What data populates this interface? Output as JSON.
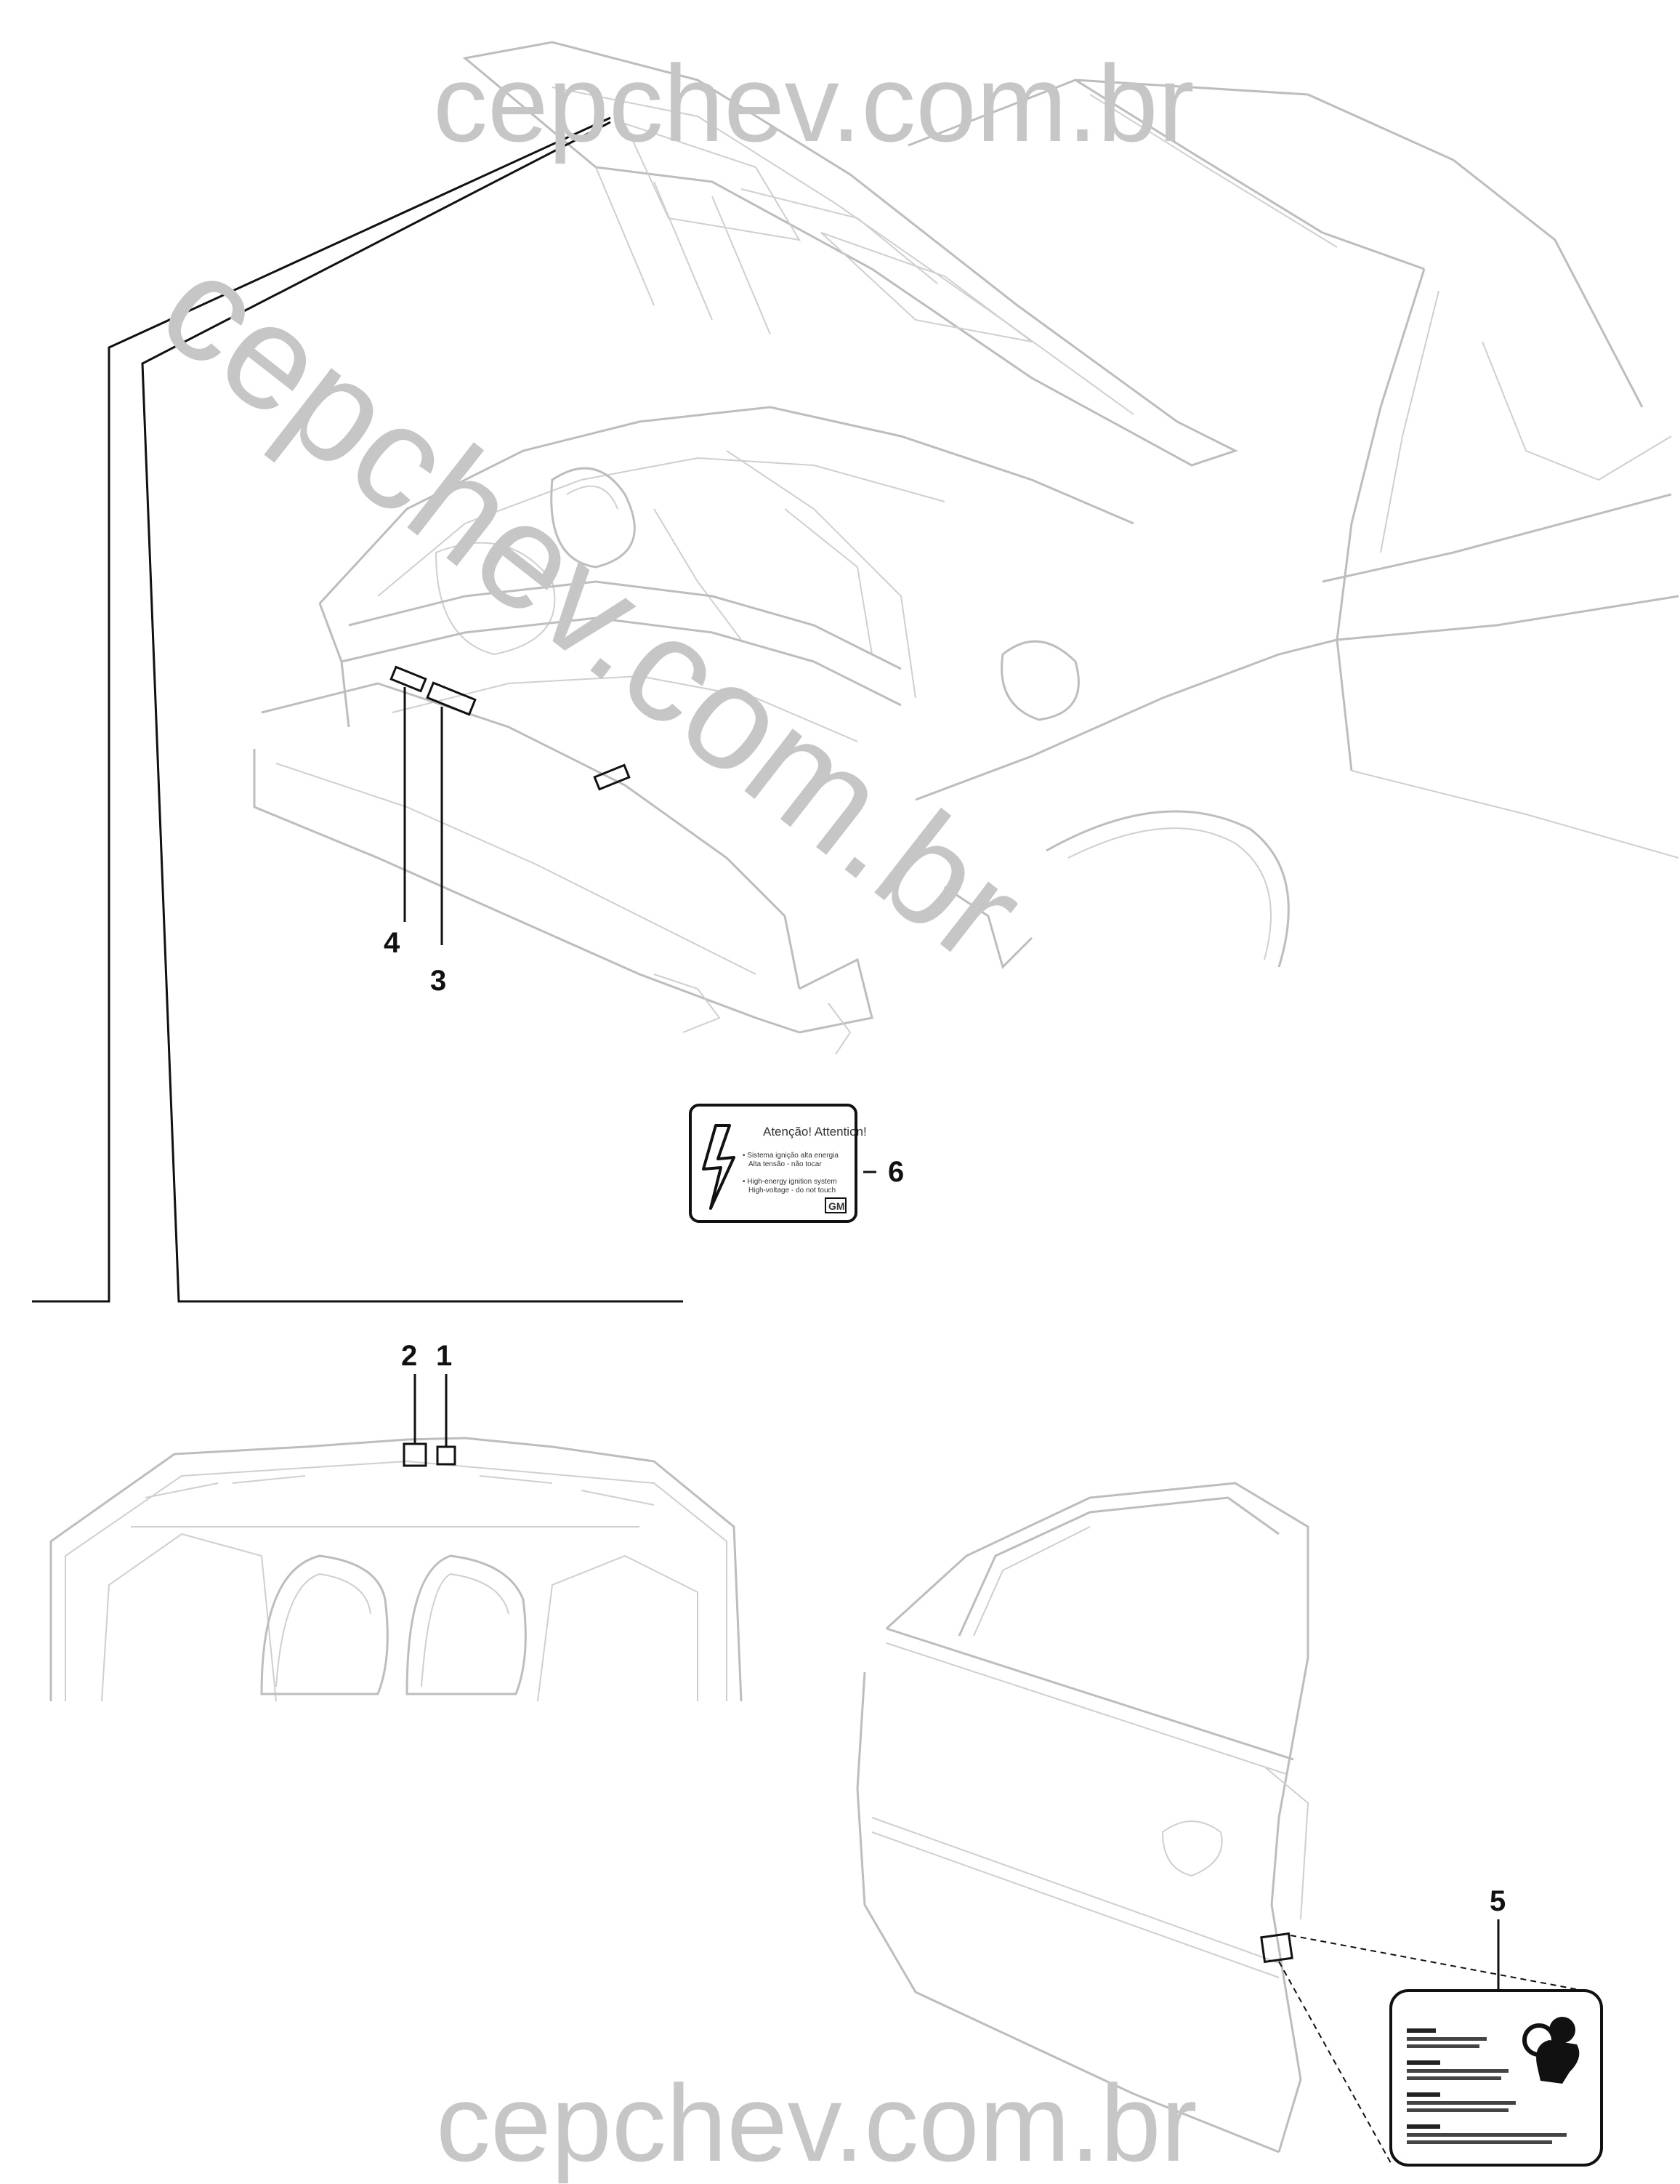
{
  "watermark": {
    "top": "cepchev.com.br",
    "diagonal": "cepchev.com.br",
    "bottom": "cepchev.com.br",
    "color": "#c6c6c6"
  },
  "callouts": {
    "c1": "1",
    "c2": "2",
    "c3": "3",
    "c4": "4",
    "c5": "5",
    "c6": "6"
  },
  "label6": {
    "heading": "Atenção!  Attention!",
    "line1": "• Sistema ignição alta energia",
    "line2": "Alta tensão - não tocar",
    "line3": "• High-energy ignition system",
    "line4": "High-voltage - do not touch",
    "logo": "GM"
  },
  "icons": {
    "label6_symbol": "lightning-bolt-icon",
    "label5_symbol": "airbag-icon"
  }
}
